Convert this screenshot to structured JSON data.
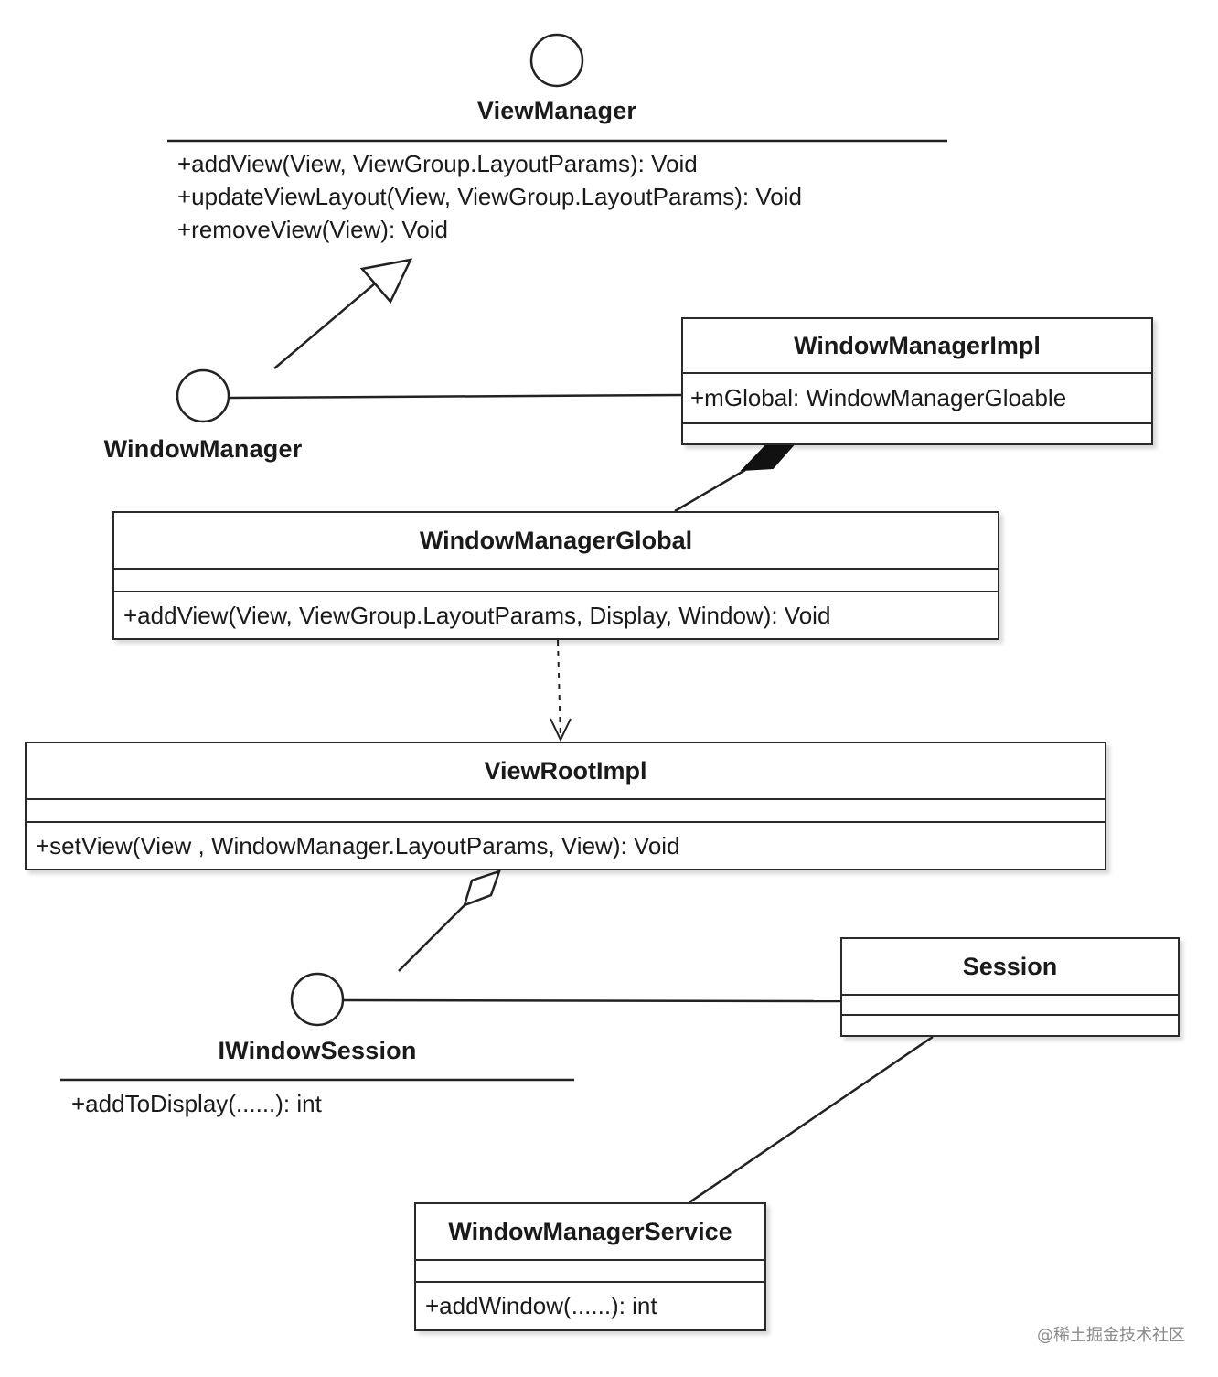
{
  "interfaces": {
    "view_manager": {
      "name": "ViewManager",
      "methods": [
        "+addView(View, ViewGroup.LayoutParams): Void",
        "+updateViewLayout(View, ViewGroup.LayoutParams): Void",
        "+removeView(View): Void"
      ]
    },
    "window_manager": {
      "name": "WindowManager"
    },
    "iwindow_session": {
      "name": "IWindowSession",
      "methods": [
        "+addToDisplay(......): int"
      ]
    }
  },
  "classes": {
    "window_manager_impl": {
      "name": "WindowManagerImpl",
      "attributes": [
        "+mGlobal: WindowManagerGloable"
      ],
      "methods": []
    },
    "window_manager_global": {
      "name": "WindowManagerGlobal",
      "attributes": [],
      "methods": [
        "+addView(View, ViewGroup.LayoutParams, Display, Window): Void"
      ]
    },
    "view_root_impl": {
      "name": "ViewRootImpl",
      "attributes": [],
      "methods": [
        "+setView(View , WindowManager.LayoutParams, View): Void"
      ]
    },
    "session": {
      "name": "Session",
      "attributes": [],
      "methods": []
    },
    "window_manager_service": {
      "name": "WindowManagerService",
      "attributes": [],
      "methods": [
        "+addWindow(......): int"
      ]
    }
  },
  "watermark": "@稀土掘金技术社区"
}
